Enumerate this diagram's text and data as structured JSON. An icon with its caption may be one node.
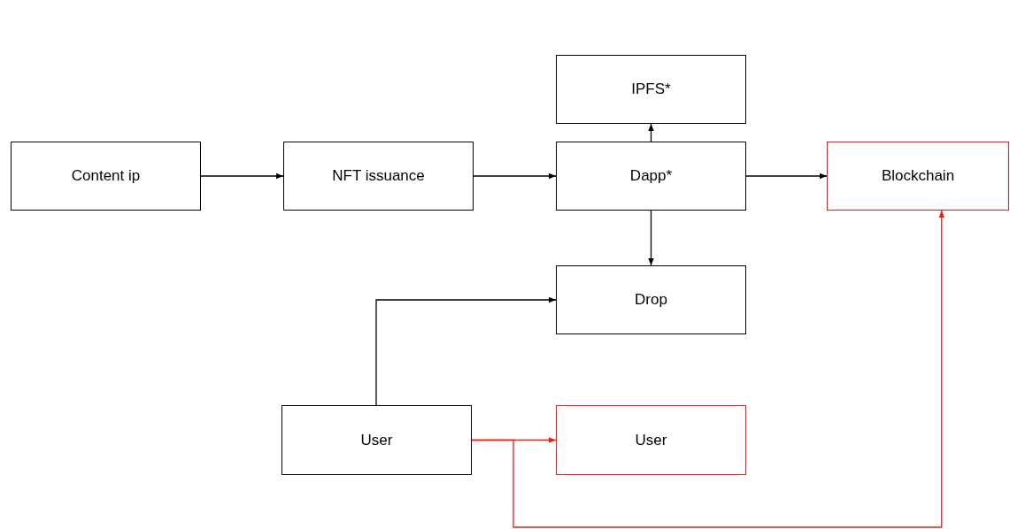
{
  "diagram": {
    "nodes": [
      {
        "text": [
          "IPFS*"
        ]
      },
      {
        "text": [
          "Content ip"
        ]
      },
      {
        "text": [
          "NFT issuance"
        ]
      },
      {
        "text": [
          "Dapp*"
        ]
      },
      {
        "text": [
          "Blockchain"
        ]
      },
      {
        "text": [
          "Drop"
        ]
      },
      {
        "text": [
          "User"
        ]
      },
      {
        "text": [
          "User"
        ]
      }
    ],
    "edges": [
      {
        "from": 1,
        "to": 2,
        "arrow": "to"
      },
      {
        "from": 2,
        "to": 3,
        "arrow": "to"
      },
      {
        "from": 3,
        "to": 0,
        "arrow": "to"
      },
      {
        "from": 3,
        "to": 4,
        "arrow": "to"
      },
      {
        "from": 3,
        "to": 5,
        "arrow": "to"
      },
      {
        "from": 6,
        "to": 5,
        "arrow": "to"
      },
      {
        "from": 6,
        "to": 7,
        "arrow": "to",
        "color": "#e8201a"
      },
      {
        "from": 6,
        "to": 4,
        "arrow": "to",
        "color": "#e8201a"
      }
    ]
  }
}
